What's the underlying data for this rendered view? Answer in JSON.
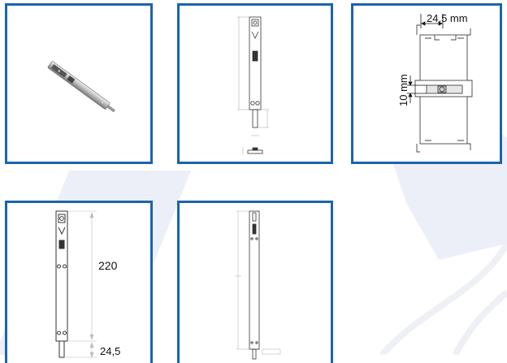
{
  "tiles": [
    {
      "kind": "product-photo"
    },
    {
      "kind": "technical-drawing-front"
    },
    {
      "kind": "profile-section",
      "dimensions": {
        "width_label": "24.5 mm",
        "depth_label": "10 mm"
      }
    },
    {
      "kind": "dimension-drawing",
      "dimensions": {
        "length_label": "220",
        "stroke_label": "24,5"
      }
    },
    {
      "kind": "technical-drawing-side"
    }
  ],
  "colors": {
    "frame": "#1a64ad",
    "watermark": "#e8edf6",
    "line": "#333333"
  }
}
